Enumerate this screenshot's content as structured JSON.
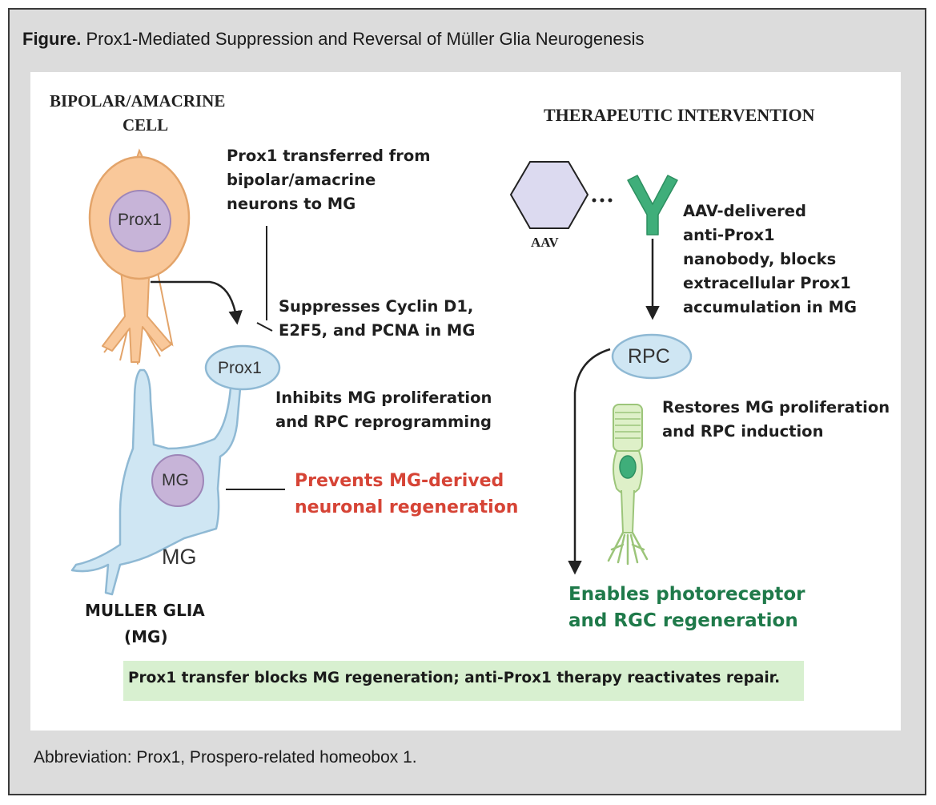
{
  "caption": {
    "prefix": "Figure.",
    "title": "Prox1-Mediated Suppression and Reversal of Müller Glia Neurogenesis"
  },
  "abbreviation": "Abbreviation: Prox1, Prospero-related homeobox 1.",
  "left": {
    "bipolar_title_line1": "BIPOLAR/AMACRINE",
    "bipolar_title_line2": "CELL",
    "prox1_nucleus": "Prox1",
    "transfer_line1": "Prox1 transferred from",
    "transfer_line2": "bipolar/amacrine",
    "transfer_line3": " neurons to MG",
    "suppress_line1": "Suppresses Cyclin D1,",
    "suppress_line2": "E2F5, and PCNA in MG",
    "prox1_bubble": "Prox1",
    "inhibit_line1": "Inhibits MG proliferation",
    "inhibit_line2": "and RPC reprogramming",
    "mg_nucleus": "MG",
    "prevent_line1": "Prevents MG-derived",
    "prevent_line2": "neuronal regeneration",
    "mg_label": "MG",
    "muller_line1": "MULLER GLIA",
    "muller_line2": "(MG)"
  },
  "right": {
    "title": "THERAPEUTIC INTERVENTION",
    "aav_label": "AAV",
    "aav_line1": "AAV-delivered",
    "aav_line2": "anti-Prox1",
    "aav_line3": "nanobody, blocks",
    "aav_line4": "extracellular Prox1",
    "aav_line5": "accumulation in MG",
    "rpc_label": "RPC",
    "restore_line1": "Restores MG proliferation",
    "restore_line2": " and RPC induction",
    "enable_line1": "Enables photoreceptor",
    "enable_line2": "and RGC regeneration"
  },
  "summary": "Prox1 transfer blocks MG regeneration; anti-Prox1 therapy reactivates repair.",
  "colors": {
    "neuron_fill": "#f9c89a",
    "neuron_stroke": "#e3a46a",
    "nucleus_fill": "#c7b4d8",
    "nucleus_stroke": "#9e86b8",
    "glia_fill": "#cfe6f3",
    "glia_stroke": "#8fb9d4",
    "aav_fill": "#dcdaf0",
    "nanobody": "#3fae7a",
    "photoreceptor_fill": "#def0c8",
    "photoreceptor_stroke": "#9cc57a",
    "prevent_text": "#d64436",
    "enable_text": "#1f7a4a",
    "summary_bg": "#d8f0d0"
  }
}
